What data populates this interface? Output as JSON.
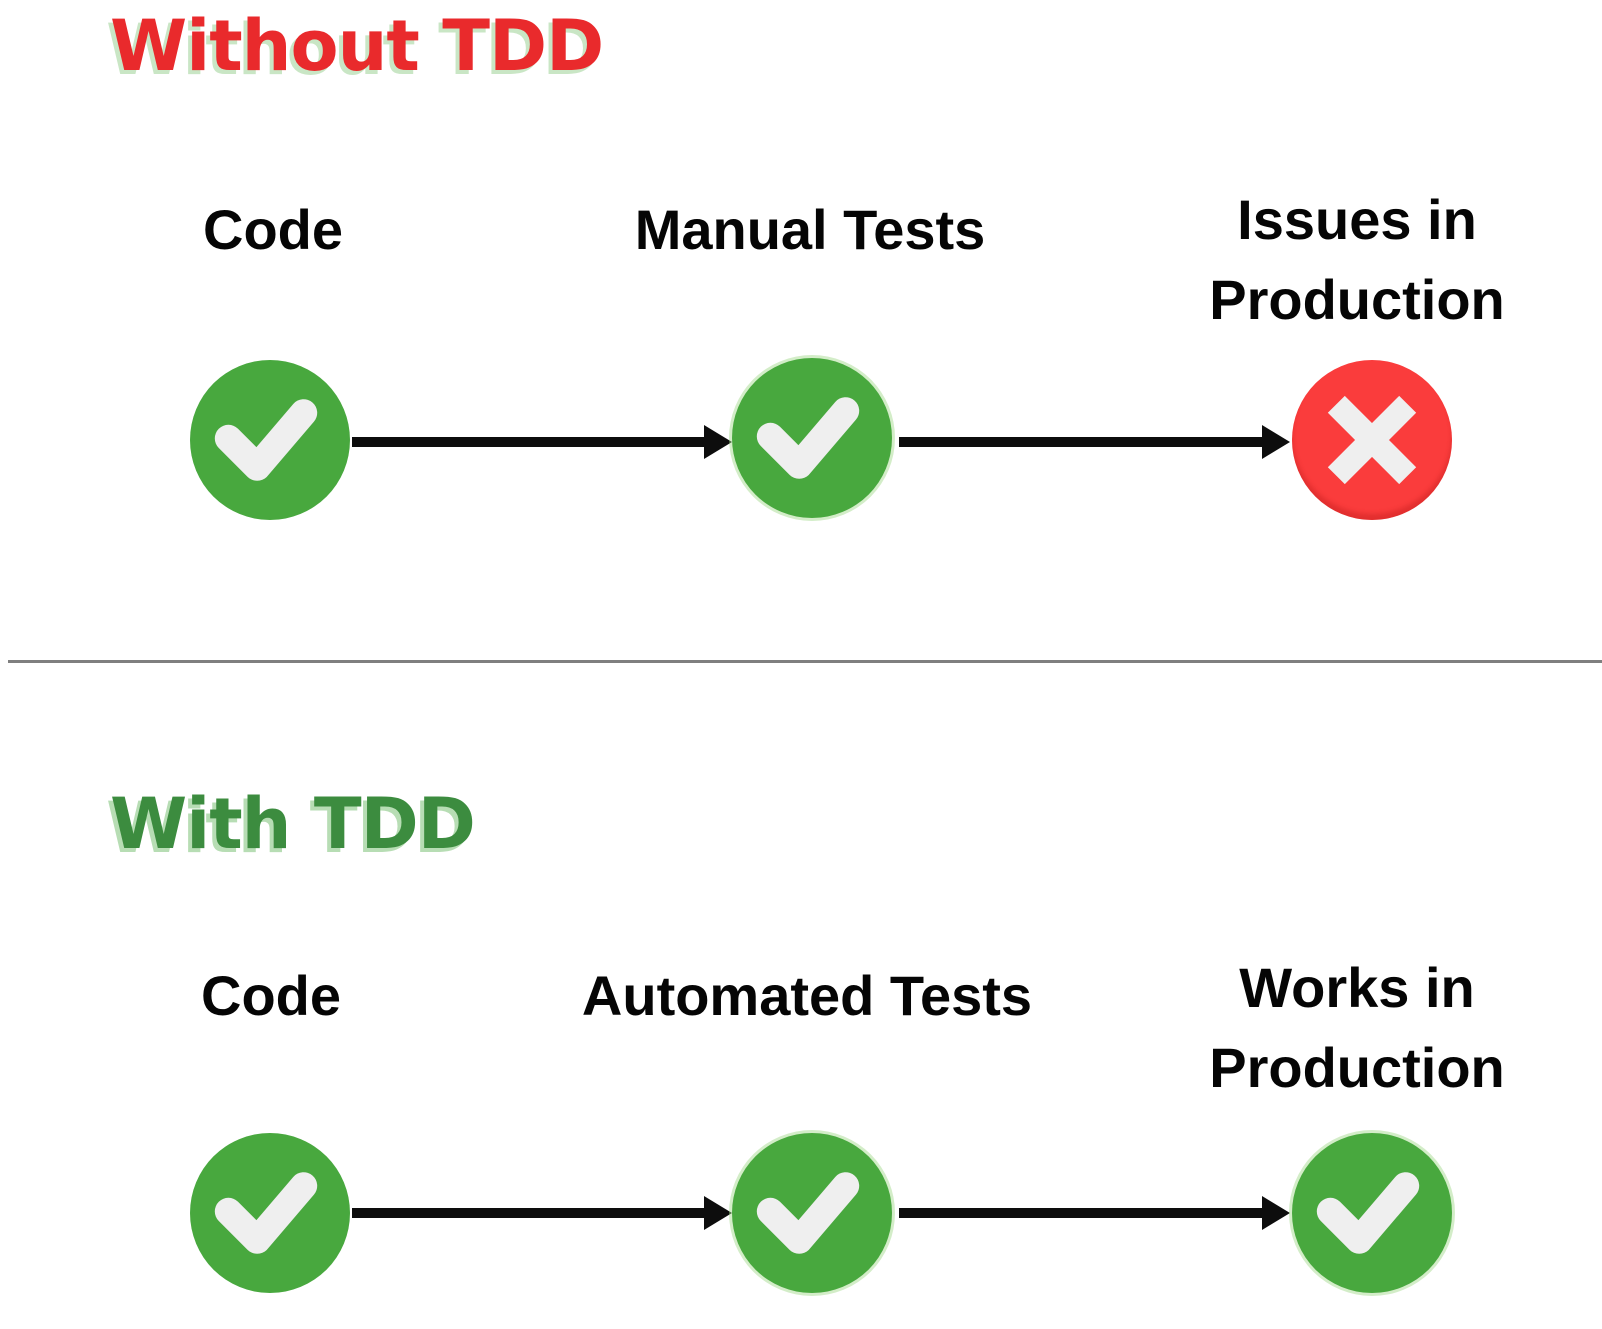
{
  "page": {
    "background": "#ffffff"
  },
  "colors": {
    "page_bg": "#ffffff",
    "title_red": "#e92a2c",
    "title_red_shadow": "#c9e6c5",
    "title_green": "#3c8c3f",
    "title_green_shadow": "#b7ddb4",
    "node_green": "#48a83e",
    "node_red": "#fa3c3c",
    "icon_stroke": "#efefef",
    "label_black": "#050505",
    "arrow_black": "#0d0d0d",
    "divider_gray": "#7f7f7f"
  },
  "without": {
    "title": "Without TDD",
    "nodes": [
      {
        "label": "Code",
        "icon": "check"
      },
      {
        "label": "Manual Tests",
        "icon": "check"
      },
      {
        "label": "Issues in Production",
        "icon": "cross"
      }
    ]
  },
  "with": {
    "title": "With TDD",
    "nodes": [
      {
        "label": "Code",
        "icon": "check"
      },
      {
        "label": "Automated Tests",
        "icon": "check"
      },
      {
        "label": "Works in Production",
        "icon": "check"
      }
    ]
  }
}
